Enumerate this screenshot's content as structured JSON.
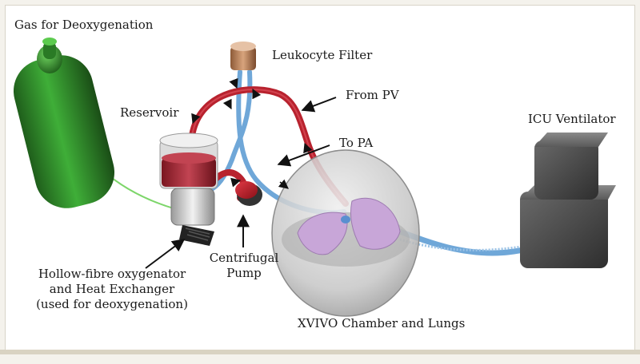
{
  "labels": {
    "gas": "Gas for Deoxygenation",
    "leukocyte_filter": "Leukocyte Filter",
    "from_pv": "From PV",
    "reservoir": "Reservoir",
    "to_pa": "To PA",
    "icu_ventilator": "ICU Ventilator",
    "oxygenator_line1": "Hollow-fibre oxygenator",
    "oxygenator_line2": "and Heat Exchanger",
    "oxygenator_line3": "(used for deoxygenation)",
    "pump_line1": "Centrifugal",
    "pump_line2": "Pump",
    "chamber": "XVIVO Chamber and Lungs"
  },
  "colors": {
    "gas_cylinder": "#2e8f2a",
    "red_tubing": "#b8222e",
    "blue_tubing": "#6fa7d8",
    "filter": "#c9926a",
    "ventilator": "#4a4a4a",
    "lungs": "#c8a6d8",
    "chamber": "#c9c9c9",
    "gas_line": "#7dd66a"
  }
}
